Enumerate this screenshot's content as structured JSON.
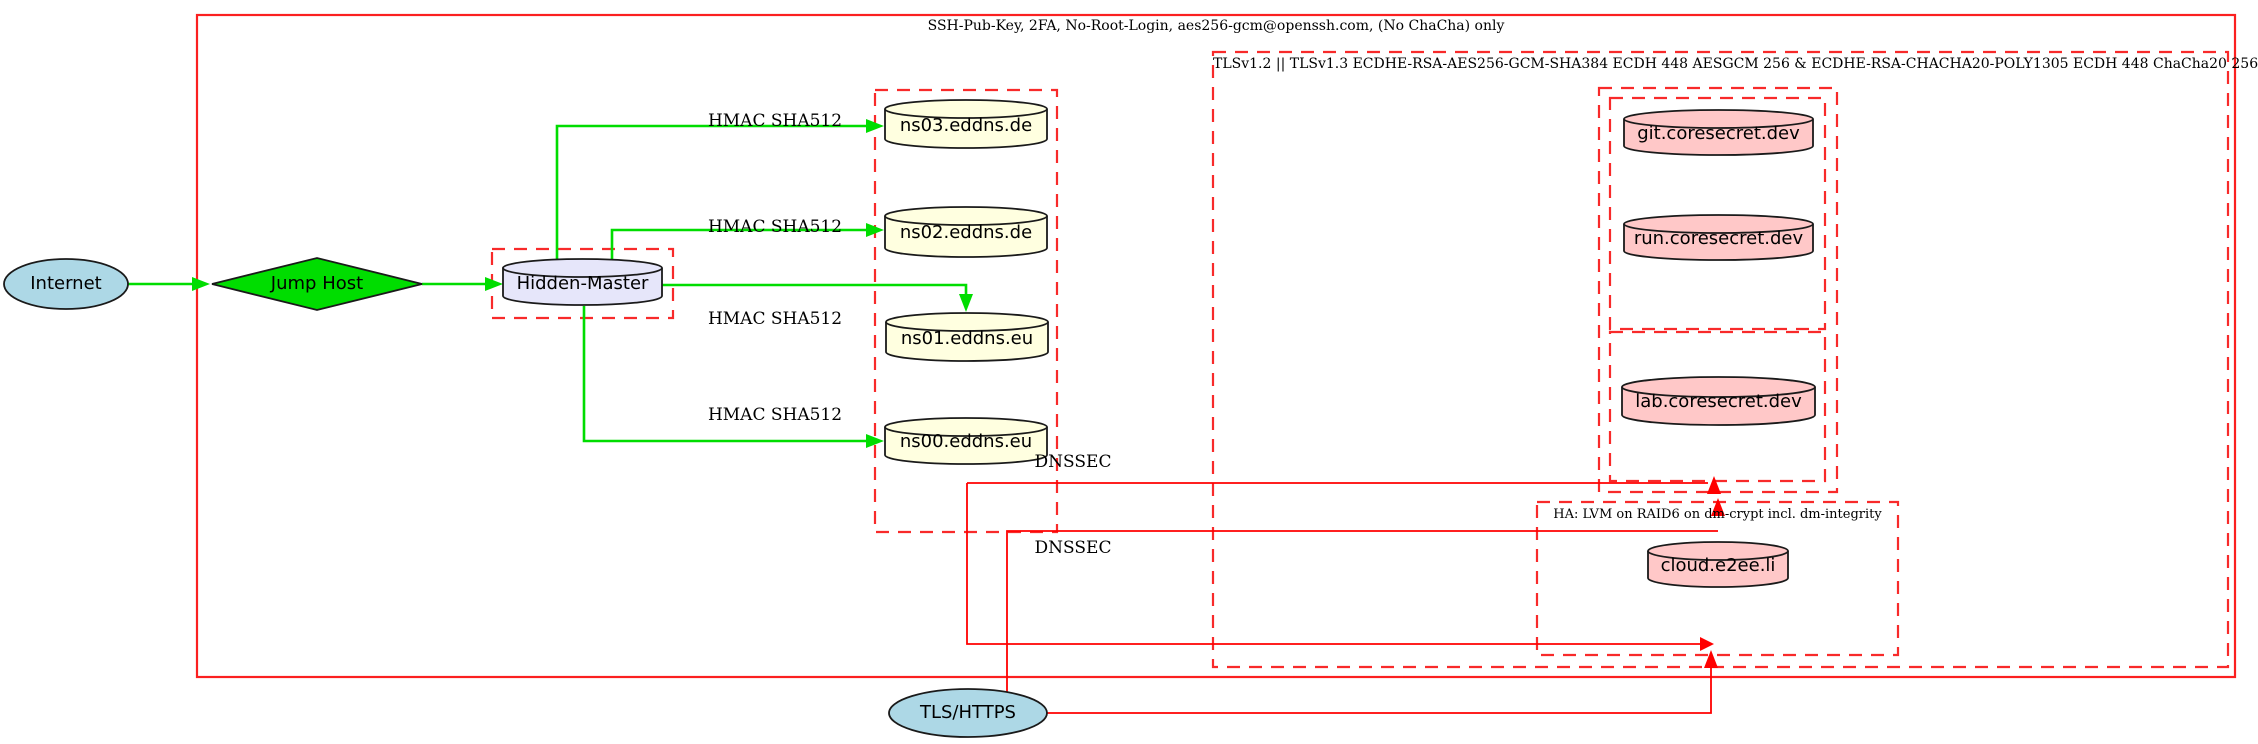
{
  "clusters": {
    "ssh_boundary": {
      "label": "SSH-Pub-Key, 2FA, No-Root-Login, aes256-gcm@openssh.com, (No ChaCha) only"
    },
    "tls_boundary": {
      "label": "TLSv1.2 || TLSv1.3 ECDHE-RSA-AES256-GCM-SHA384 ECDH 448 AESGCM 256 & ECDHE-RSA-CHACHA20-POLY1305 ECDH 448 ChaCha20 256"
    },
    "ha_boundary": {
      "label": "HA: LVM on RAID6 on dm-crypt incl. dm-integrity"
    }
  },
  "nodes": {
    "internet": {
      "label": "Internet",
      "shape": "ellipse",
      "fill": "#ADD8E6"
    },
    "jump_host": {
      "label": "Jump Host",
      "shape": "diamond",
      "fill": "#00DD00"
    },
    "hidden_master": {
      "label": "Hidden-Master",
      "shape": "cylinder",
      "fill": "#E6E6FA"
    },
    "ns03": {
      "label": "ns03.eddns.de",
      "shape": "cylinder",
      "fill": "#FFFFE0"
    },
    "ns02": {
      "label": "ns02.eddns.de",
      "shape": "cylinder",
      "fill": "#FFFFE0"
    },
    "ns01": {
      "label": "ns01.eddns.eu",
      "shape": "cylinder",
      "fill": "#FFFFE0"
    },
    "ns00": {
      "label": "ns00.eddns.eu",
      "shape": "cylinder",
      "fill": "#FFFFE0"
    },
    "git": {
      "label": "git.coresecret.dev",
      "shape": "cylinder",
      "fill": "#FFC8C8"
    },
    "run": {
      "label": "run.coresecret.dev",
      "shape": "cylinder",
      "fill": "#FFC8C8"
    },
    "lab": {
      "label": "lab.coresecret.dev",
      "shape": "cylinder",
      "fill": "#FFC8C8"
    },
    "cloud": {
      "label": "cloud.e2ee.li",
      "shape": "cylinder",
      "fill": "#FFC8C8"
    },
    "tls_https": {
      "label": "TLS/HTTPS",
      "shape": "ellipse",
      "fill": "#ADD8E6"
    }
  },
  "edges": {
    "hmac_label": "HMAC SHA512",
    "dnssec_label": "DNSSEC",
    "green_color": "#00DD00",
    "red_color": "#FF0000"
  },
  "colors": {
    "cluster_border": "#F82A2A",
    "node_border": "#1A1A1A",
    "background": "#FFFFFF"
  }
}
